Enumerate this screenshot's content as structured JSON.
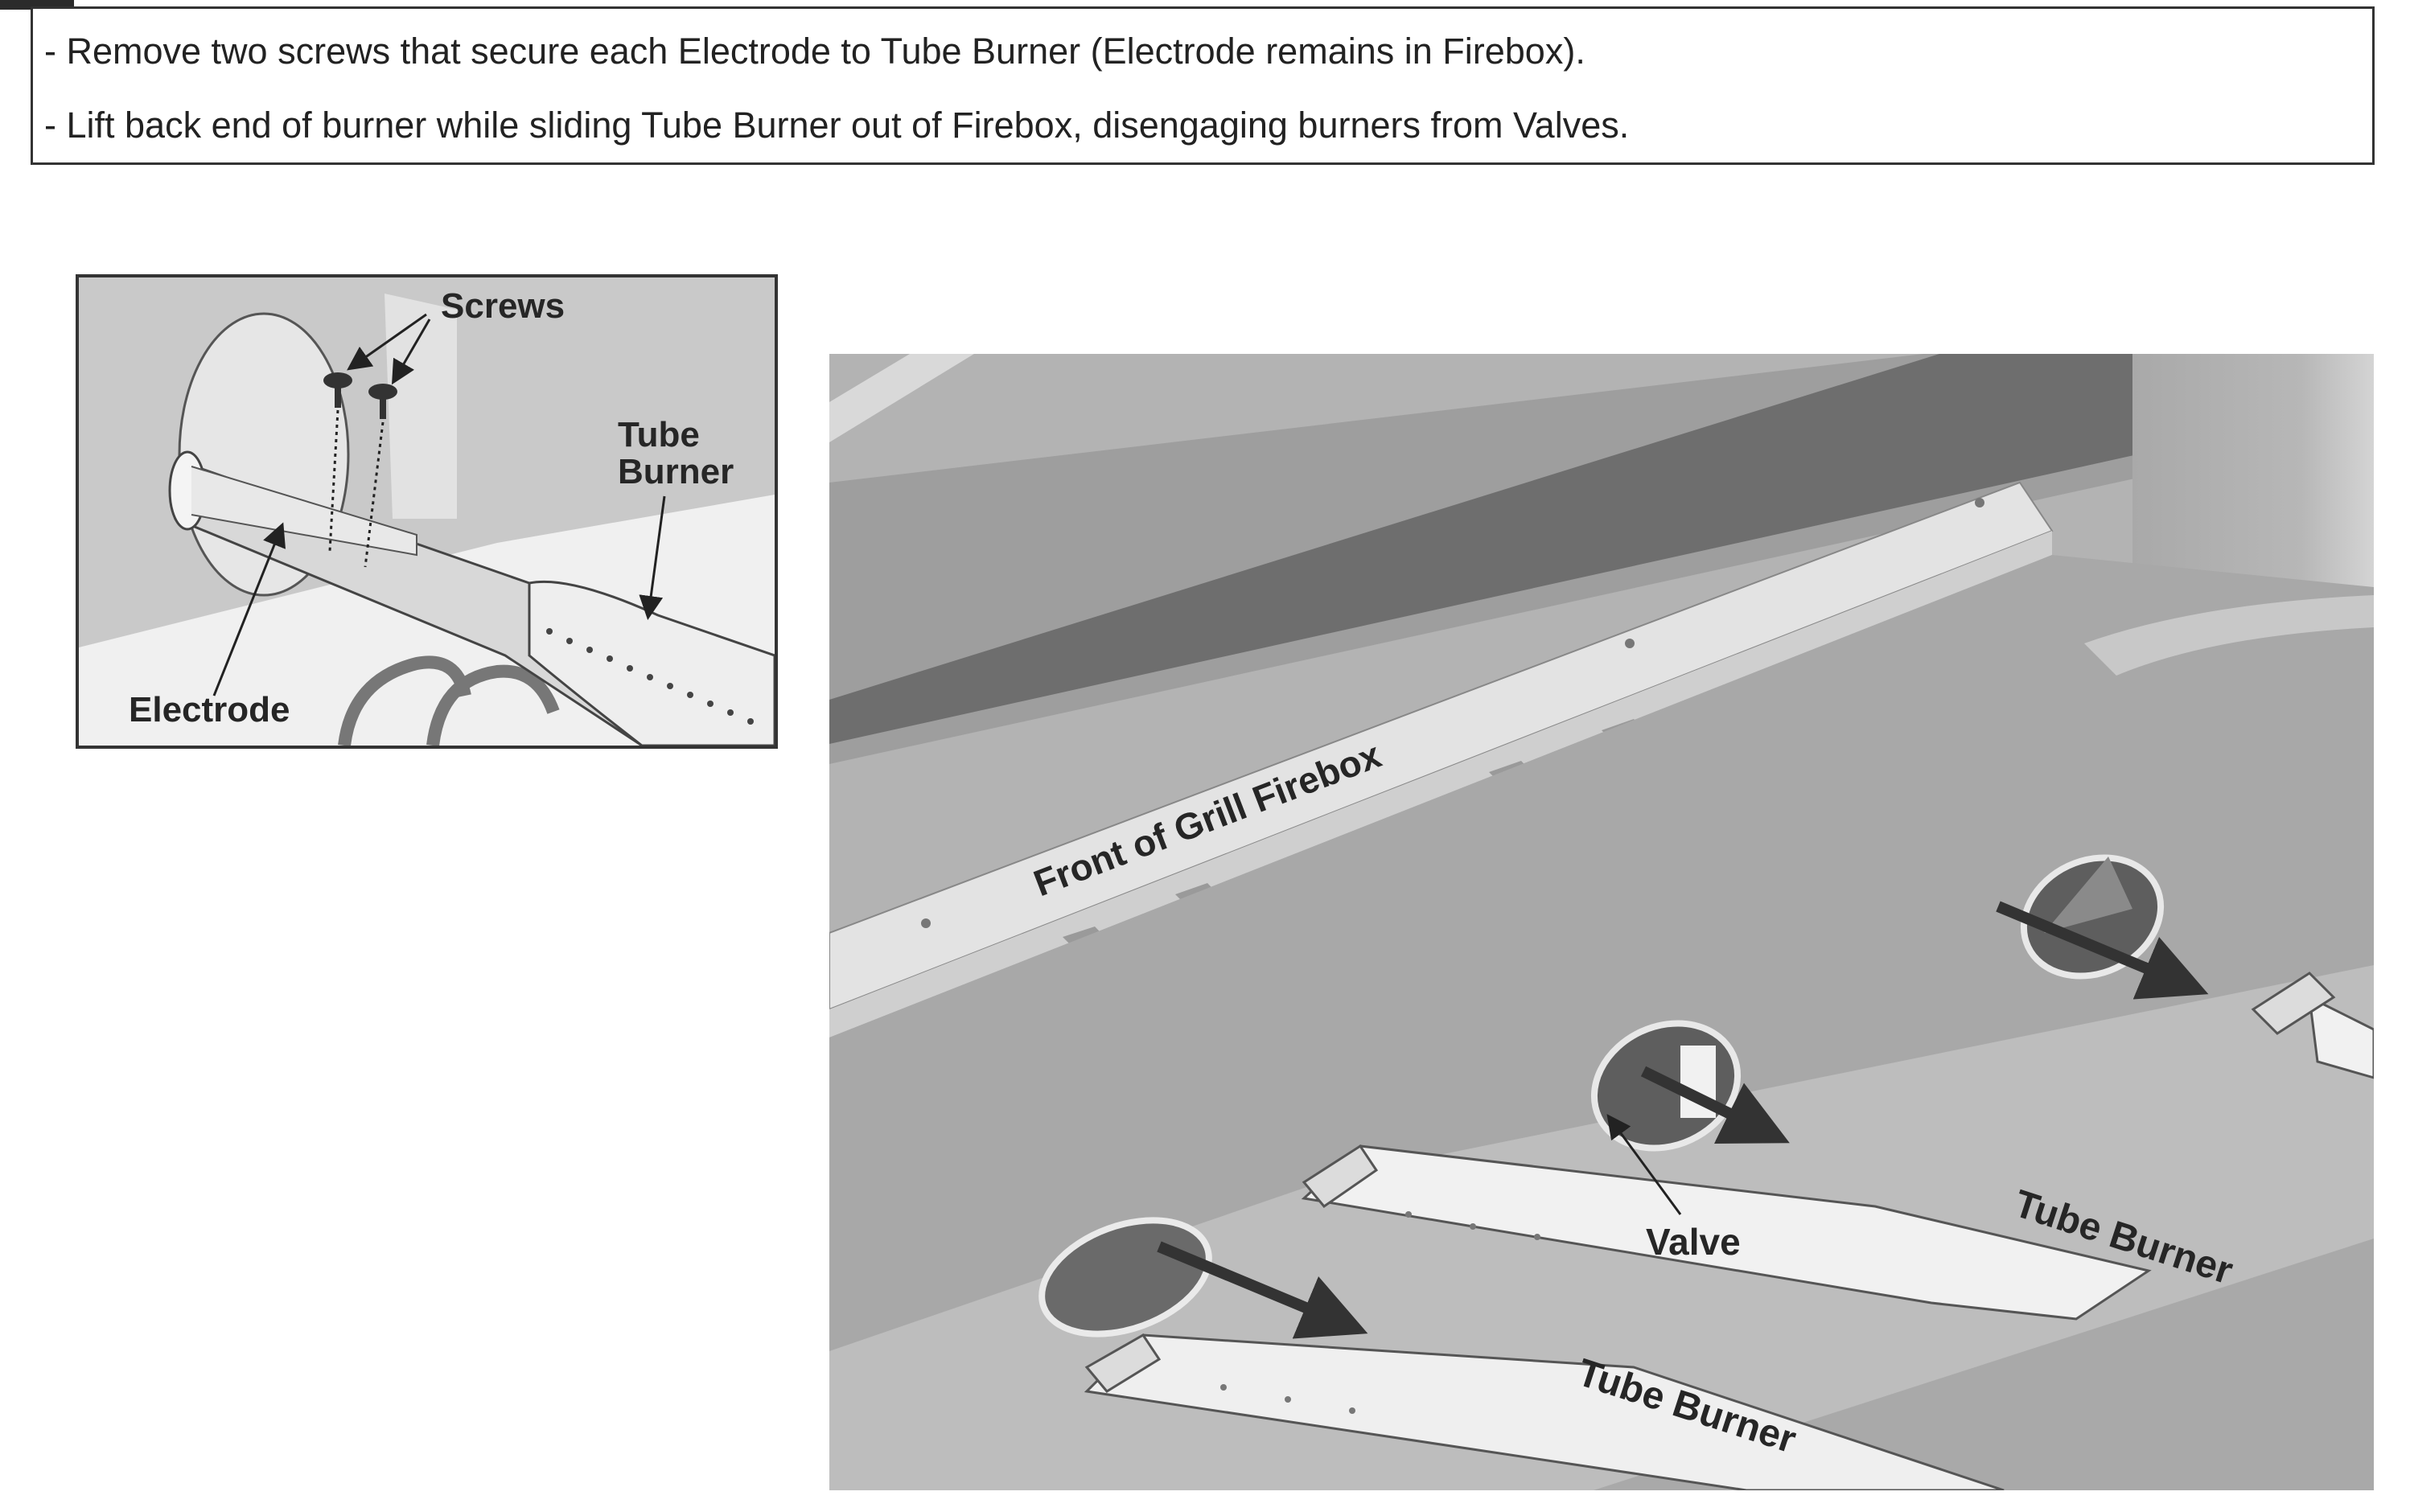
{
  "instructions": {
    "line1": "- Remove two screws that secure each Electrode to Tube Burner (Electrode remains in Firebox).",
    "line2": "- Lift back end of burner while sliding Tube Burner out of Firebox, disengaging burners from Valves."
  },
  "inset": {
    "screws_label": "Screws",
    "tube_burner_label_line1": "Tube",
    "tube_burner_label_line2": "Burner",
    "electrode_label": "Electrode"
  },
  "main": {
    "firebox_label": "Front of Grill Firebox",
    "valve_label": "Valve",
    "tube_burner_label_1": "Tube Burner",
    "tube_burner_label_2": "Tube Burner"
  },
  "colors": {
    "label": "#262626",
    "arrow": "#333333",
    "outline": "#333333"
  }
}
